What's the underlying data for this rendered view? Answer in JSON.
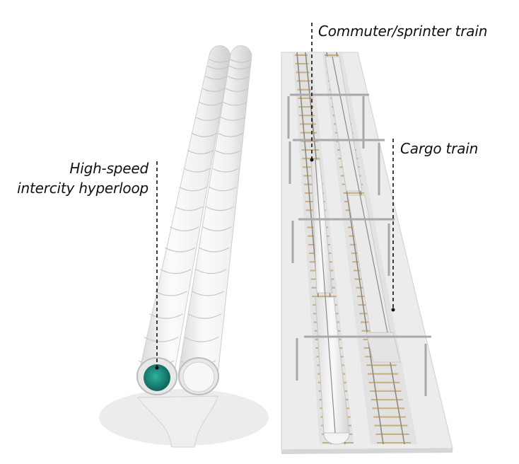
{
  "labels": {
    "hyperloop_line1": "High-speed",
    "hyperloop_line2": "intercity hyperloop",
    "commuter": "Commuter/sprinter train",
    "cargo": "Cargo train"
  },
  "colors": {
    "tube": "#f2f2f2",
    "tube_shadow": "#cfcfcf",
    "pod": "#1e8f80",
    "slab": "#e6e6e6",
    "rail": "#8f8a80",
    "sleeper": "#c9ad7c",
    "gravel": "#e2e2e2",
    "leader": "#111111"
  }
}
